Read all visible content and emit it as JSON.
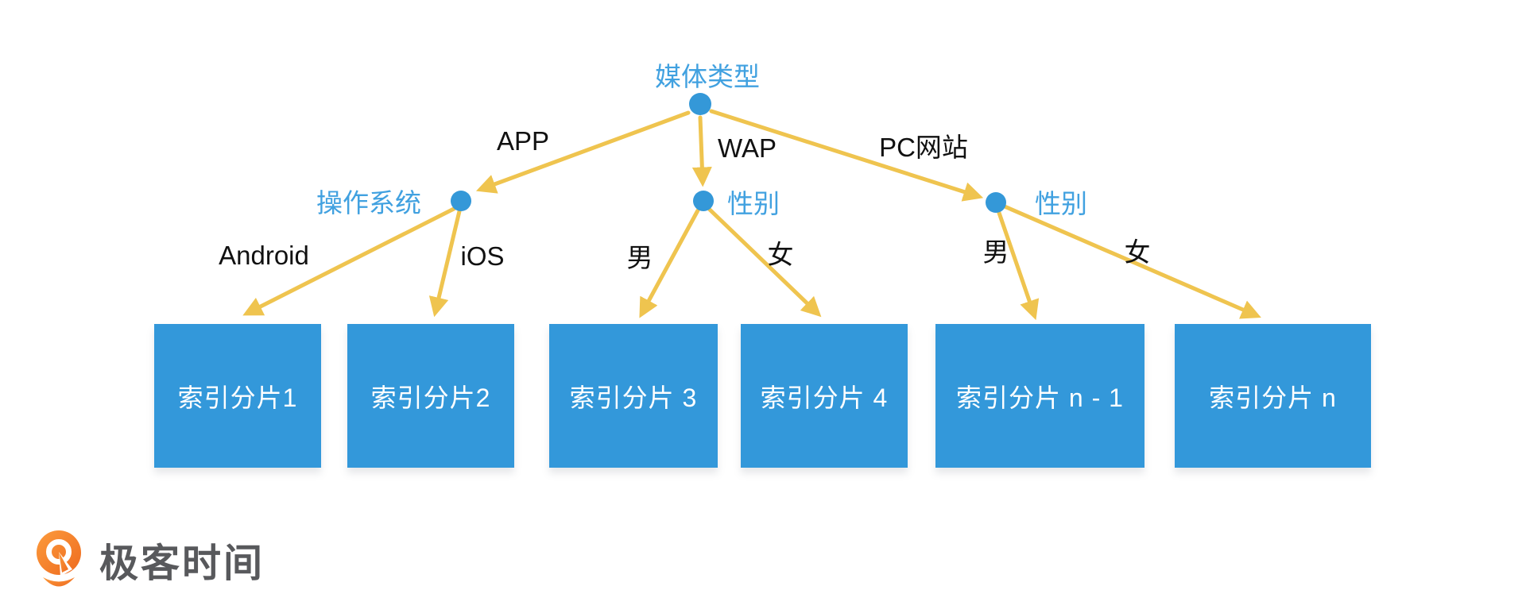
{
  "diagram": {
    "root": {
      "label": "媒体类型"
    },
    "level2_nodes": {
      "os": {
        "label": "操作系统"
      },
      "gender_mid": {
        "label": "性别"
      },
      "gender_right": {
        "label": "性别"
      }
    },
    "edge_labels": {
      "app": "APP",
      "wap": "WAP",
      "pc_web": "PC网站",
      "android": "Android",
      "ios": "iOS",
      "male_mid": "男",
      "female_mid": "女",
      "male_right": "男",
      "female_right": "女"
    },
    "shards": [
      {
        "label": "索引分片1"
      },
      {
        "label": "索引分片2"
      },
      {
        "label": "索引分片 3"
      },
      {
        "label": "索引分片 4"
      },
      {
        "label": "索引分片 n - 1"
      },
      {
        "label": "索引分片 n"
      }
    ],
    "colors": {
      "node_blue": "#3498D8",
      "shard_blue": "#3398DA",
      "label_blue": "#41A1E0",
      "edge_yellow": "#EFC44F",
      "text_black": "#111111",
      "brand_orange": "#F4772A",
      "brand_gray": "#58595C"
    }
  },
  "footer": {
    "brand": "极客时间"
  }
}
